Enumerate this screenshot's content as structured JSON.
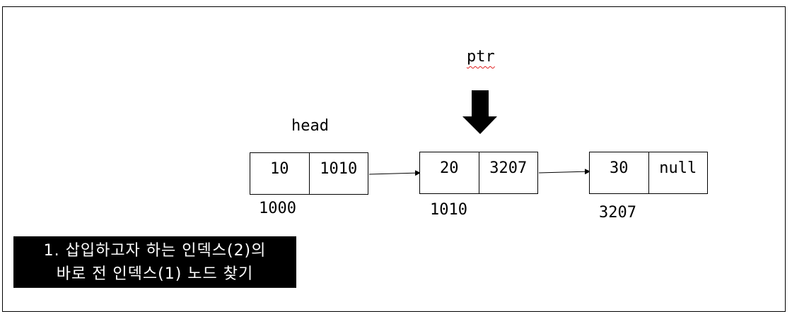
{
  "pointer": {
    "label": "ptr"
  },
  "head_label": "head",
  "nodes": [
    {
      "value": "10",
      "next": "1010",
      "address": "1000"
    },
    {
      "value": "20",
      "next": "3207",
      "address": "1010"
    },
    {
      "value": "30",
      "next": "null",
      "address": "3207"
    }
  ],
  "caption": {
    "line1": "1. 삽입하고자 하는 인덱스(2)의",
    "line2": "바로 전 인덱스(1) 노드 찾기"
  }
}
